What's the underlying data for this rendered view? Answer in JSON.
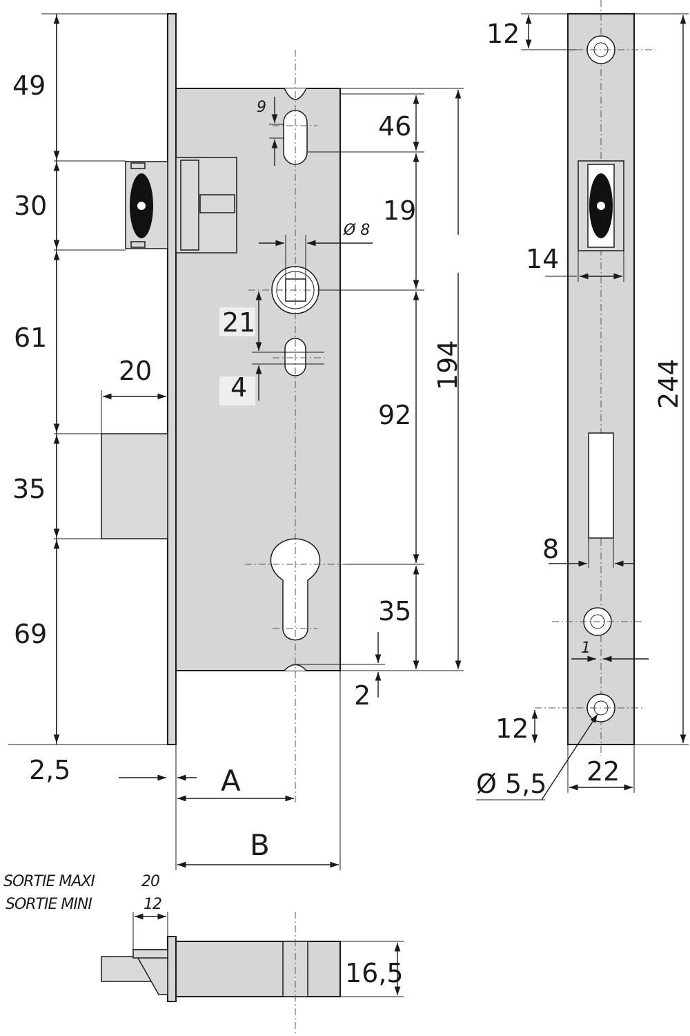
{
  "lock_body": {
    "left_stack": [
      "49",
      "30",
      "61",
      "35",
      "69"
    ],
    "faceplate_thickness": "2,5",
    "bolt_width": "20",
    "follower_hole_dia": "Ø 8",
    "slot_width": "9",
    "spacing_21": "21",
    "spacing_4": "4",
    "right_stack": [
      "46",
      "19",
      "92",
      "35"
    ],
    "overall_height": "194",
    "bottom_offset": "2",
    "backset_a": "A",
    "width_b": "B"
  },
  "strike_plate": {
    "top_offset": "12",
    "latch_width": "14",
    "overall_height": "244",
    "slot_width": "8",
    "offset_1": "1",
    "bottom_offset": "12",
    "hole_dia": "Ø 5,5",
    "plate_width": "22"
  },
  "bolt_view": {
    "sortie_maxi_label": "SORTIE MAXI",
    "sortie_maxi_value": "20",
    "sortie_mini_label": "SORTIE MINI",
    "sortie_mini_value": "12",
    "thickness": "16,5"
  }
}
